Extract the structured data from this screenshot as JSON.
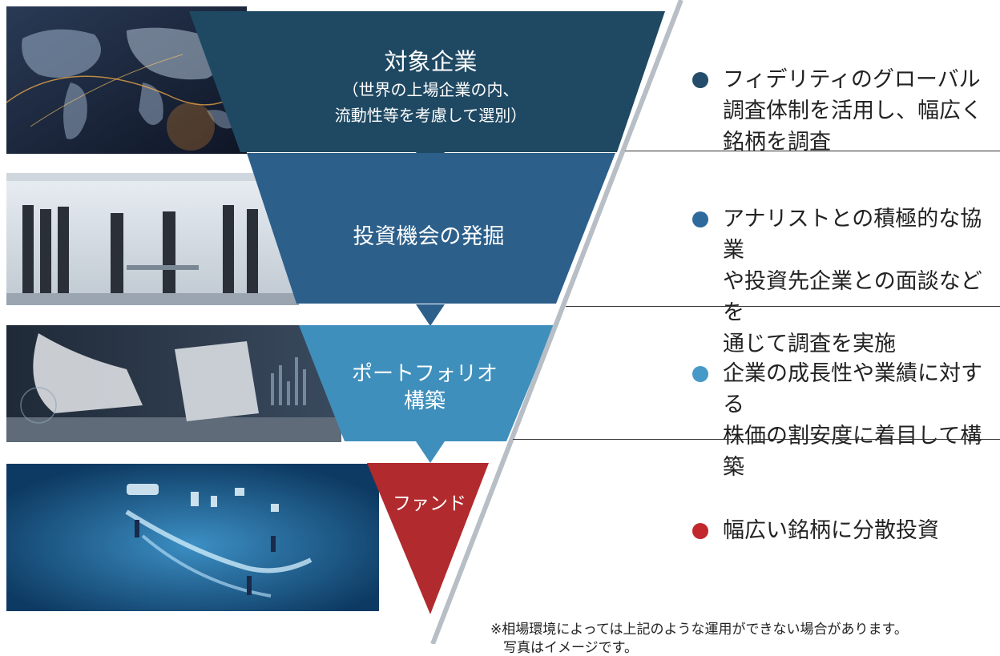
{
  "stages": [
    {
      "title": "対象企業",
      "sub1": "（世界の上場企業の内、",
      "sub2": "流動性等を考慮して選別）",
      "color": "#1f4963"
    },
    {
      "title": "投資機会の発掘",
      "color": "#2c5f8a"
    },
    {
      "title1": "ポートフォリオ",
      "title2": "構築",
      "color": "#3f8fbd"
    },
    {
      "title": "ファンド",
      "color": "#b12a2d"
    }
  ],
  "bullets": [
    {
      "lines": [
        "フィデリティのグローバル",
        "調査体制を活用し、幅広く",
        "銘柄を調査"
      ],
      "color": "#234d6a"
    },
    {
      "lines": [
        "アナリストとの積極的な協業",
        "や投資先企業との面談などを",
        "通じて調査を実施"
      ],
      "color": "#2f6a9d"
    },
    {
      "lines": [
        "企業の成長性や業績に対する",
        "株価の割安度に着目して構築"
      ],
      "color": "#4799c7"
    },
    {
      "lines": [
        "幅広い銘柄に分散投資"
      ],
      "color": "#c1272d"
    }
  ],
  "notes": {
    "line1": "※相場環境によっては上記のような運用ができない場合があります。",
    "line2": "写真はイメージです。"
  }
}
